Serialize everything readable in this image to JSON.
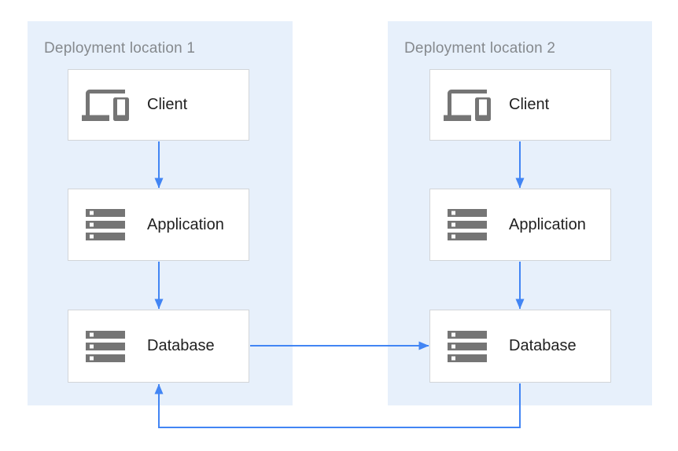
{
  "diagram": {
    "type": "architecture-diagram",
    "panels": [
      {
        "id": "deployment-location-1",
        "title": "Deployment location 1",
        "nodes": [
          {
            "id": "client-1",
            "label": "Client",
            "icon": "devices-icon"
          },
          {
            "id": "application-1",
            "label": "Application",
            "icon": "storage-icon"
          },
          {
            "id": "database-1",
            "label": "Database",
            "icon": "storage-icon"
          }
        ]
      },
      {
        "id": "deployment-location-2",
        "title": "Deployment location 2",
        "nodes": [
          {
            "id": "client-2",
            "label": "Client",
            "icon": "devices-icon"
          },
          {
            "id": "application-2",
            "label": "Application",
            "icon": "storage-icon"
          },
          {
            "id": "database-2",
            "label": "Database",
            "icon": "storage-icon"
          }
        ]
      }
    ],
    "edges": [
      {
        "from": "client-1",
        "to": "application-1"
      },
      {
        "from": "application-1",
        "to": "database-1"
      },
      {
        "from": "client-2",
        "to": "application-2"
      },
      {
        "from": "application-2",
        "to": "database-2"
      },
      {
        "from": "database-1",
        "to": "database-2"
      },
      {
        "from": "database-2",
        "to": "database-1"
      }
    ],
    "colors": {
      "panel_bg": "#e7f0fb",
      "arrow": "#4285f4",
      "icon": "#757575",
      "box_border": "#d2d5d8",
      "title_text": "#85898d",
      "label_text": "#212121"
    }
  }
}
